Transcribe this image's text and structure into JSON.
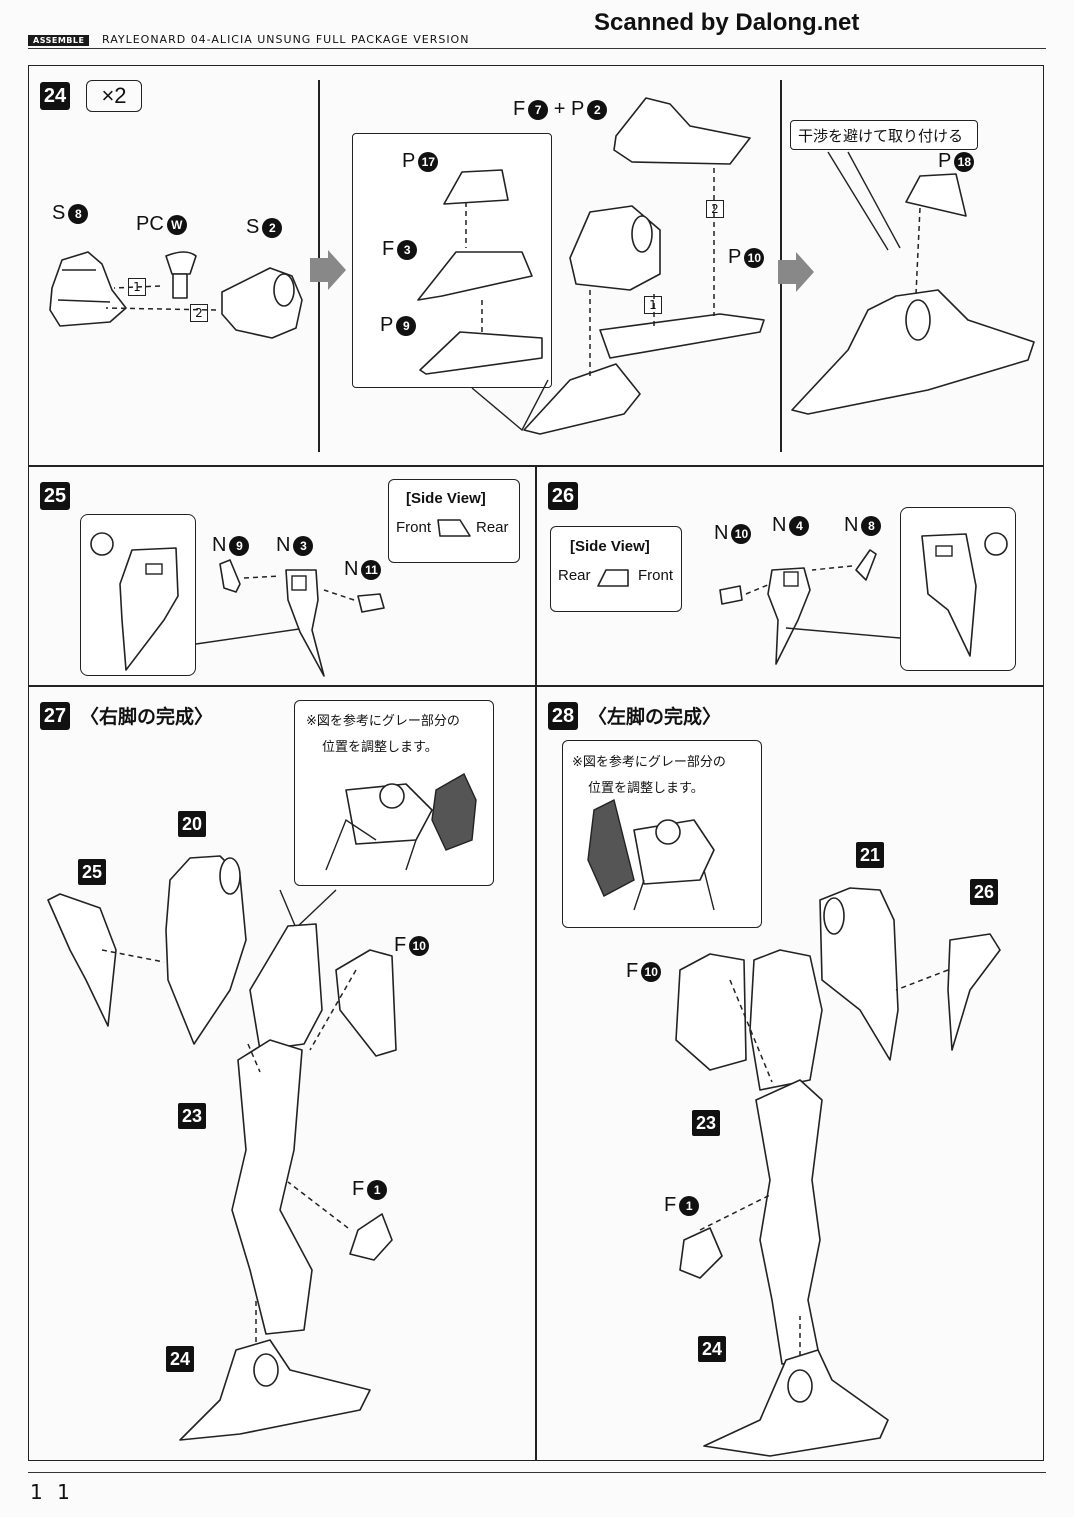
{
  "header": {
    "section_tag": "ASSEMBLE",
    "model_title": "RAYLEONARD 04-ALICIA UNSUNG FULL PACKAGE VERSION",
    "scan_credit": "Scanned by Dalong.net"
  },
  "steps": {
    "s24": {
      "number": "24",
      "multiplier": "×2",
      "parts": {
        "s8_prefix": "S",
        "s8_num": "8",
        "pcw_prefix": "PC",
        "pcw_num": "W",
        "s2_prefix": "S",
        "s2_num": "2",
        "p17_prefix": "P",
        "p17_num": "17",
        "f3_prefix": "F",
        "f3_num": "3",
        "p9_prefix": "P",
        "p9_num": "9",
        "f7_prefix": "F",
        "f7_num": "7",
        "plus": "+",
        "p2_prefix": "P",
        "p2_num": "2",
        "p10_prefix": "P",
        "p10_num": "10",
        "p18_prefix": "P",
        "p18_num": "18"
      },
      "order_marks": [
        "1",
        "2",
        "2",
        "1"
      ],
      "note": "干渉を避けて取り付ける"
    },
    "s25": {
      "number": "25",
      "parts": {
        "n9_prefix": "N",
        "n9_num": "9",
        "n3_prefix": "N",
        "n3_num": "3",
        "n11_prefix": "N",
        "n11_num": "11"
      },
      "side_view": {
        "title": "[Side View]",
        "left": "Front",
        "right": "Rear"
      }
    },
    "s26": {
      "number": "26",
      "parts": {
        "n10_prefix": "N",
        "n10_num": "10",
        "n4_prefix": "N",
        "n4_num": "4",
        "n8_prefix": "N",
        "n8_num": "8"
      },
      "side_view": {
        "title": "[Side View]",
        "left": "Rear",
        "right": "Front"
      }
    },
    "s27": {
      "number": "27",
      "title": "〈右脚の完成〉",
      "note_line1": "※図を参考にグレー部分の",
      "note_line2": "位置を調整します。",
      "subassemblies": [
        "20",
        "25",
        "23",
        "24"
      ],
      "parts": {
        "f10_prefix": "F",
        "f10_num": "10",
        "f1_prefix": "F",
        "f1_num": "1"
      }
    },
    "s28": {
      "number": "28",
      "title": "〈左脚の完成〉",
      "note_line1": "※図を参考にグレー部分の",
      "note_line2": "位置を調整します。",
      "subassemblies": [
        "21",
        "26",
        "23",
        "24"
      ],
      "parts": {
        "f10_prefix": "F",
        "f10_num": "10",
        "f1_prefix": "F",
        "f1_num": "1"
      }
    }
  },
  "footer": {
    "page_number": "1 1"
  },
  "colors": {
    "ink": "#111111",
    "paper": "#fbfbfb",
    "highlight_part": "#555555",
    "flow_arrow": "#888888"
  }
}
